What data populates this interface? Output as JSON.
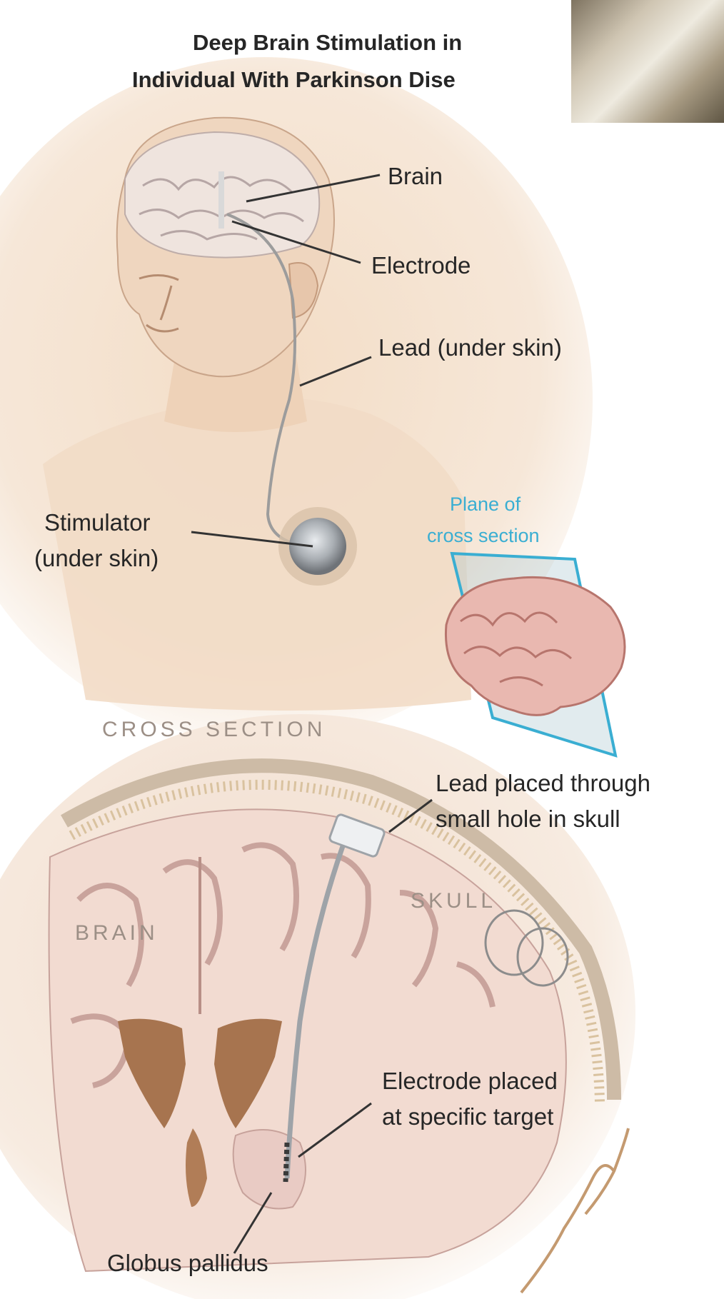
{
  "title": {
    "line1": "Deep Brain Stimulation in",
    "line2": "Individual With Parkinson Dise"
  },
  "labels": {
    "brain": "Brain",
    "electrode": "Electrode",
    "lead": "Lead (under skin)",
    "stimulator_line1": "Stimulator",
    "stimulator_line2": "(under skin)",
    "plane_line1": "Plane of",
    "plane_line2": "cross section",
    "cross_section": "CROSS SECTION",
    "lead_placed_line1": "Lead placed through",
    "lead_placed_line2": "small hole in skull",
    "skull": "SKULL",
    "brain_caps": "BRAIN",
    "electrode_placed_line1": "Electrode placed",
    "electrode_placed_line2": "at specific target",
    "globus_pallidus": "Globus pallidus"
  },
  "colors": {
    "label_text": "#262626",
    "plane_blue": "#3aaed2",
    "caps_text": "#9c8f86",
    "skin": "#f0d9c0",
    "brain_pink": "#e7b9b3",
    "brain_cortex": "#f4ddd3"
  }
}
